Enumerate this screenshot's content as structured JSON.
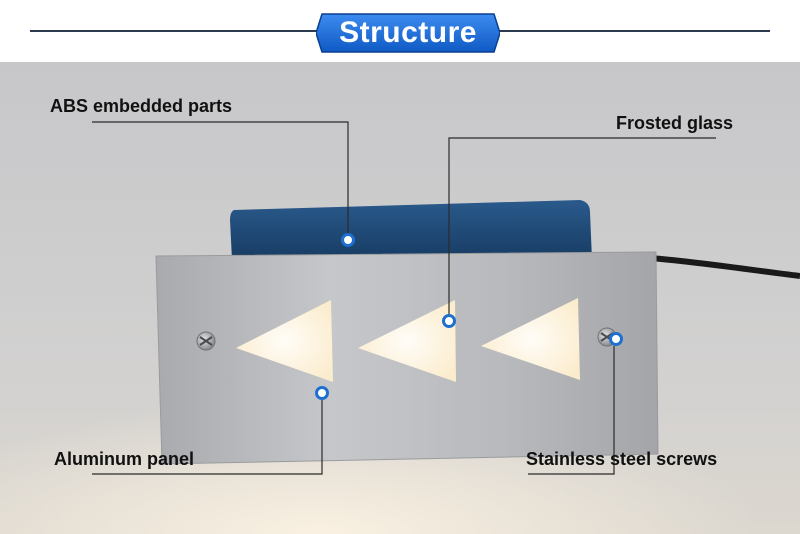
{
  "header": {
    "title": "Structure",
    "badge_color": "#1e6fd9"
  },
  "callouts": [
    {
      "label": "ABS embedded parts"
    },
    {
      "label": "Frosted glass"
    },
    {
      "label": "Aluminum panel"
    },
    {
      "label": "Stainless steel screws"
    }
  ],
  "colors": {
    "background": "#c9c9cc",
    "housing": "#1f4b78",
    "panel": "#b9babd",
    "glow": "#fff6e4",
    "marker": "#1f6fd0"
  }
}
